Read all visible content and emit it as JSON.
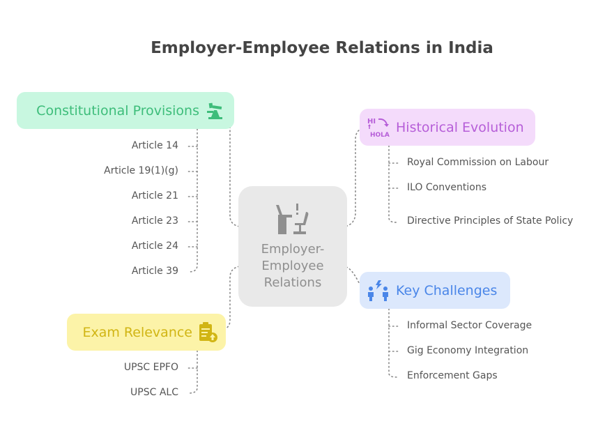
{
  "title": "Employer-Employee Relations in India",
  "center": {
    "label_lines": [
      "Employer-",
      "Employee",
      "Relations"
    ],
    "icon": "desk-chair-icon",
    "color": "#8f8f8f"
  },
  "branches": {
    "constitutional": {
      "label": "Constitutional Provisions",
      "icon": "justice-scale-icon",
      "color": "#3dbd7a",
      "bg": "#c8f7e0",
      "items": [
        "Article 14",
        "Article 19(1)(g)",
        "Article 21",
        "Article 23",
        "Article 24",
        "Article 39"
      ]
    },
    "historical": {
      "label": "Historical Evolution",
      "icon": "hi-hola-translate-icon",
      "icon_text": [
        "HI",
        "HOLA"
      ],
      "color": "#b65ed8",
      "bg": "#f4dbfb",
      "items": [
        "Royal Commission on Labour",
        "ILO Conventions",
        "Directive Principles of State Policy"
      ]
    },
    "challenges": {
      "label": "Key Challenges",
      "icon": "people-conflict-icon",
      "color": "#4a86e8",
      "bg": "#dce8fc",
      "items": [
        "Informal Sector Coverage",
        "Gig Economy Integration",
        "Enforcement Gaps"
      ]
    },
    "exam": {
      "label": "Exam Relevance",
      "icon": "clipboard-upload-icon",
      "color": "#d1b514",
      "bg": "#fcf3a8",
      "items": [
        "UPSC EPFO",
        "UPSC ALC"
      ]
    }
  }
}
